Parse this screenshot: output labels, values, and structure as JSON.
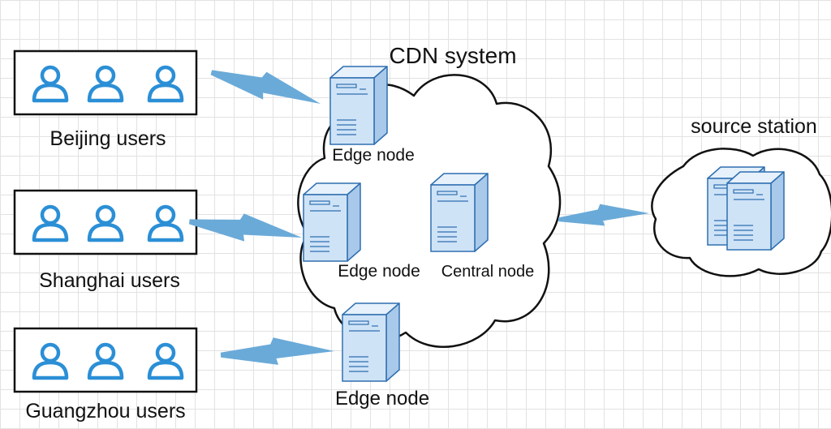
{
  "title": "CDN system",
  "user_groups": [
    {
      "label": "Beijing users"
    },
    {
      "label": "Shanghai users"
    },
    {
      "label": "Guangzhou users"
    }
  ],
  "nodes": {
    "edge_top": "Edge node",
    "edge_middle": "Edge node",
    "edge_bottom": "Edge node",
    "central": "Central node"
  },
  "source": {
    "label": "source station"
  },
  "colors": {
    "user_icon": "#2b8fd6",
    "server_front": "#cfe3f7",
    "server_side": "#a9c9ea",
    "server_outline": "#2f6fb0",
    "link_arrow": "#6aaad8",
    "box_border": "#111111",
    "cloud_outline": "#111111"
  },
  "icons": {
    "user": "user-icon",
    "server": "server-icon",
    "cloud": "cloud-shape",
    "link": "lightning-arrow"
  }
}
